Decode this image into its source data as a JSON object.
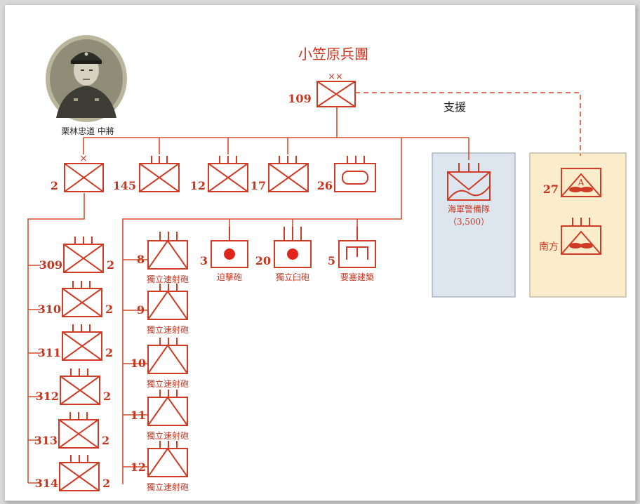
{
  "title": "小笠原兵團",
  "commander_caption": "栗林忠道 中將",
  "support_label": "支援",
  "hq": {
    "number": "109",
    "echelon": "××"
  },
  "top_row": [
    {
      "number": "2",
      "echelon": "×"
    },
    {
      "number": "145",
      "echelon": "III"
    },
    {
      "number": "12",
      "echelon": "III"
    },
    {
      "number": "17",
      "echelon": "III"
    },
    {
      "number": "26",
      "echelon": "III"
    }
  ],
  "navy": {
    "name": "海軍警備隊",
    "strength": "（3,500）"
  },
  "army_aviation": {
    "number": "27",
    "label": "南方"
  },
  "brigade_units": [
    {
      "left": "309",
      "right": "2"
    },
    {
      "left": "310",
      "right": "2"
    },
    {
      "left": "311",
      "right": "2"
    },
    {
      "left": "312",
      "right": "2"
    },
    {
      "left": "313",
      "right": "2"
    },
    {
      "left": "314",
      "right": "2"
    }
  ],
  "guns": [
    {
      "number": "8",
      "caption": "獨立速射砲"
    },
    {
      "number": "9",
      "caption": "獨立速射砲"
    },
    {
      "number": "10",
      "caption": "獨立速射砲"
    },
    {
      "number": "11",
      "caption": "獨立速射砲"
    },
    {
      "number": "12",
      "caption": "獨立速射砲"
    }
  ],
  "support_row": [
    {
      "number": "3",
      "caption": "迫擊砲"
    },
    {
      "number": "20",
      "caption": "獨立臼砲"
    },
    {
      "number": "5",
      "caption": "要塞建築"
    }
  ],
  "colors": {
    "line": "#cf3b24",
    "navy_bg": "#dde6ef",
    "aviation_bg": "#fbeccb",
    "mortar_dot": "#e0251a"
  }
}
